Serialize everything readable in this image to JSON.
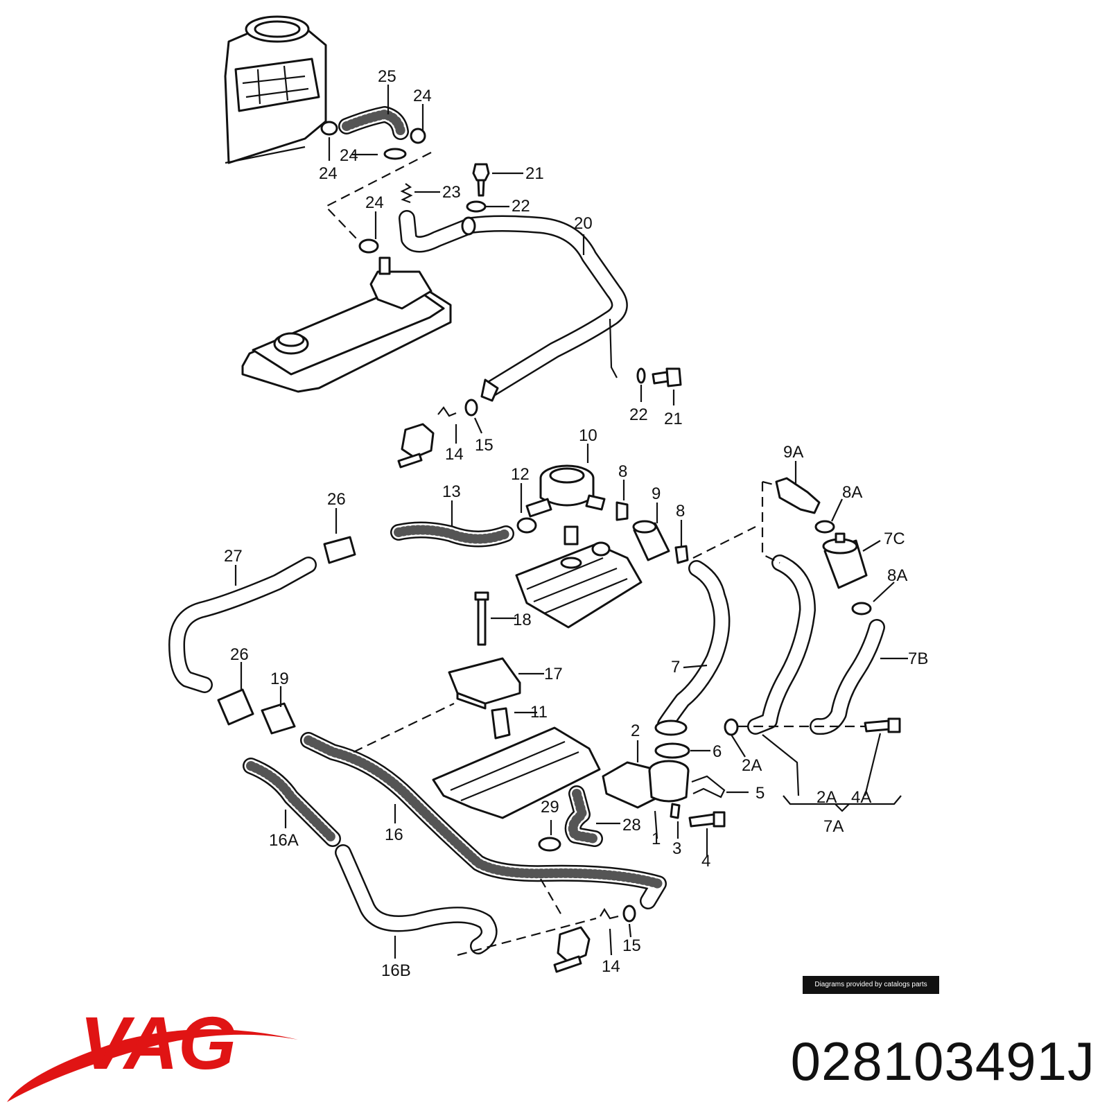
{
  "brand": {
    "logo_text": "VAG",
    "logo_color": "#e01414"
  },
  "part_number": "028103491J",
  "credit": "Diagrams provided by catalogs parts",
  "callouts": [
    "1",
    "2",
    "2A",
    "3",
    "4",
    "4A",
    "5",
    "6",
    "7",
    "7A",
    "7B",
    "7C",
    "8",
    "8A",
    "9",
    "9A",
    "10",
    "11",
    "12",
    "13",
    "14",
    "15",
    "16",
    "16A",
    "16B",
    "17",
    "18",
    "19",
    "20",
    "21",
    "22",
    "23",
    "24",
    "25",
    "26",
    "27",
    "28",
    "29"
  ]
}
